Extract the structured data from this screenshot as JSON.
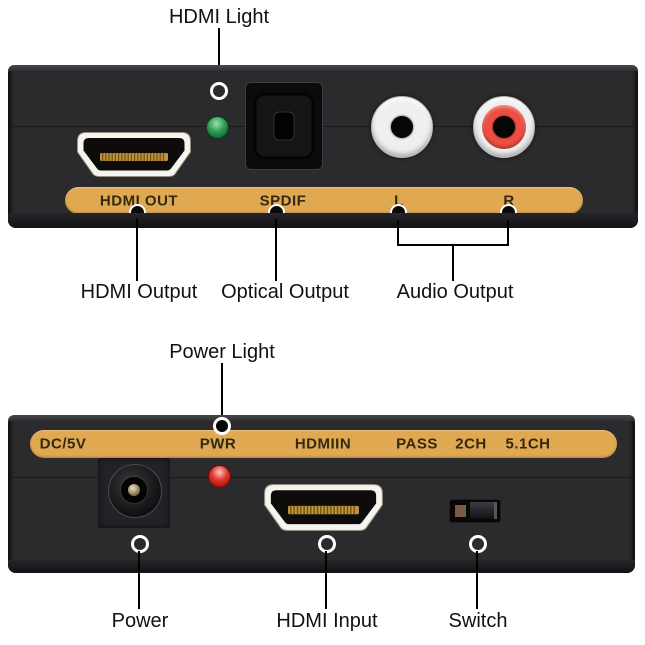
{
  "colors": {
    "page_background": "#ffffff",
    "panel": "#2b2b2e",
    "strip_gold": "#dfa851",
    "strip_text": "#33290f",
    "green_led": "#2f9b53",
    "red_led": "#d2261c",
    "rca_red_ring": "#ee4f43",
    "annotation_text": "#111111"
  },
  "top_panel": {
    "callout_top": {
      "label": "HDMI Light"
    },
    "strip_labels": [
      "HDMI OUT",
      "SPDIF",
      "L",
      "R"
    ],
    "callouts_bottom": [
      "HDMI Output",
      "Optical Output",
      "Audio Output"
    ]
  },
  "bottom_panel": {
    "callout_top": {
      "label": "Power Light"
    },
    "strip_labels": [
      "DC/5V",
      "PWR",
      "HDMIIN",
      "PASS",
      "2CH",
      "5.1CH"
    ],
    "callouts_bottom": [
      "Power",
      "HDMI Input",
      "Switch"
    ]
  }
}
